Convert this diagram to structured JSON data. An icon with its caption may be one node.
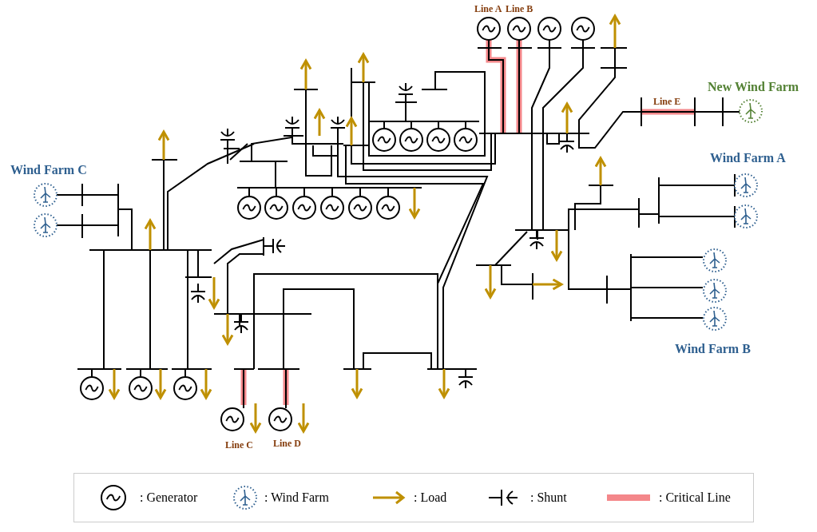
{
  "diagram": {
    "labels": [
      "Line A",
      "Line B",
      "New Wind Farm",
      "Line E",
      "Wind Farm C",
      "Wind Farm A",
      "Wind Farm B",
      "Line C",
      "Line D"
    ],
    "legend": [
      {
        "text": ": Generator"
      },
      {
        "text": ": Wind Farm"
      },
      {
        "text": ": Load"
      },
      {
        "text": ": Shunt"
      },
      {
        "text": ": Critical Line",
        "color": "#f4878a"
      }
    ]
  }
}
